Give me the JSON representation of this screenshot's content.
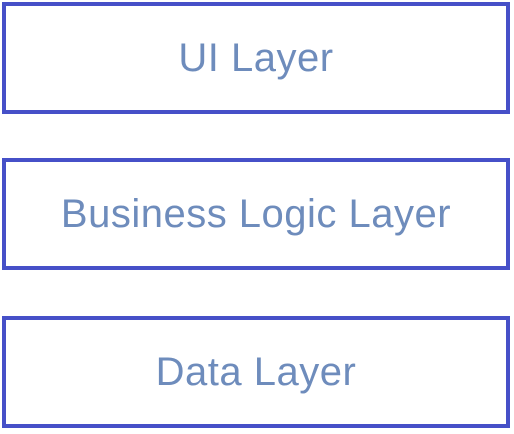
{
  "diagram": {
    "layers": [
      {
        "label": "UI Layer"
      },
      {
        "label": "Business Logic Layer"
      },
      {
        "label": "Data Layer"
      }
    ]
  },
  "colors": {
    "border": "#4650c8",
    "text": "#6e8cbc",
    "background": "#ffffff"
  }
}
